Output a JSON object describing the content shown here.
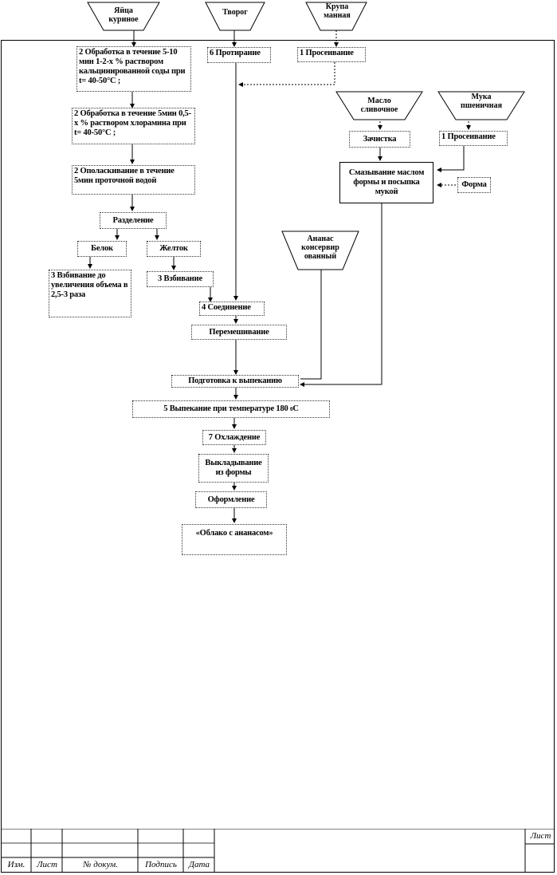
{
  "inputs": {
    "eggs": "Яйца куриное",
    "tvorog": "Творог",
    "krupa": "Крупа манная",
    "butter": "Масло сливочное",
    "flour": "Мука пшеничная",
    "pineapple": "Ананас консервир ованный"
  },
  "steps": {
    "egg_process1": "2 Обработка в течение 5-10 мин 1-2-х % раствором кальцинированной соды при t= 40-50°С ;",
    "egg_process2": "2 Обработка в течение 5мин 0,5-х % раствором хлорамина при t= 40-50°С ;",
    "egg_rinse": "2 Ополаскивание в течение 5мин проточной водой",
    "separation": "Разделение",
    "white": "Белок",
    "yolk": "Желток",
    "white_beat": "3 Взбивание до увеличения объема в 2,5-3 раза",
    "yolk_beat": "3 Взбивание",
    "tvorog_wipe": "6 Протирание",
    "krupa_sift": "1 Просеивание",
    "butter_clean": "Зачистка",
    "flour_sift": "1 Просеивание",
    "greasing": "Смазывание маслом формы и посыпка мукой",
    "form": "Форма",
    "combine": "4 Соединение",
    "mixing": "Перемешивание",
    "prep_bake": "Подготовка к выпеканию",
    "bake_prefix": "5 Выпекание при температуре 180",
    "bake_sup": "0",
    "bake_suffix": "С",
    "cooling": "7 Охлаждение",
    "unmold": "Выкладывание из формы",
    "decoration": "Оформление",
    "product": "«Облако с ананасом»"
  },
  "stamp": {
    "izm": "Изм.",
    "list": "Лист",
    "doc": "№ докум.",
    "sign": "Подпись",
    "date": "Дата",
    "sheet": "Лист"
  }
}
